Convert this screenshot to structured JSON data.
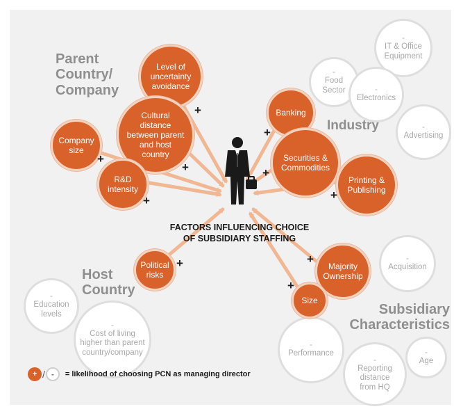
{
  "center_title": "FACTORS INFLUENCING CHOICE\nOF SUBSIDIARY STAFFING",
  "groups": {
    "parent": "Parent\nCountry/\nCompany",
    "industry": "Industry",
    "host": "Host\nCountry",
    "subsidiary": "Subsidiary\nCharacteristics"
  },
  "positive_factors": [
    "Level of\nuncertainty\navoidance",
    "Cultural\ndistance\nbetween parent\nand host\ncountry",
    "Company\nsize",
    "R&D\nintensity",
    "Banking",
    "Securities &\nCommodities",
    "Printing &\nPublishing",
    "Political\nrisks",
    "Majority\nOwnership",
    "Size"
  ],
  "negative_factors": [
    "IT & Office\nEquipment",
    "Food\nSector",
    "Electronics",
    "Advertising",
    "Acquisition",
    "Education\nlevels",
    "Cost of living\nhigher than parent\ncountry/company",
    "Performance",
    "Reporting\ndistance\nfrom HQ",
    "Age"
  ],
  "plus_sign": "+",
  "minus_sign": "-",
  "legend": {
    "plus": "+",
    "slash": "/",
    "minus": "-",
    "text": "= likelihood of choosing PCN as managing director"
  },
  "colors": {
    "positive": "#d9622b",
    "arrow": "#f0b792",
    "negative_border": "#dedede"
  },
  "icons": {
    "center": "businessman-with-briefcase-icon"
  }
}
